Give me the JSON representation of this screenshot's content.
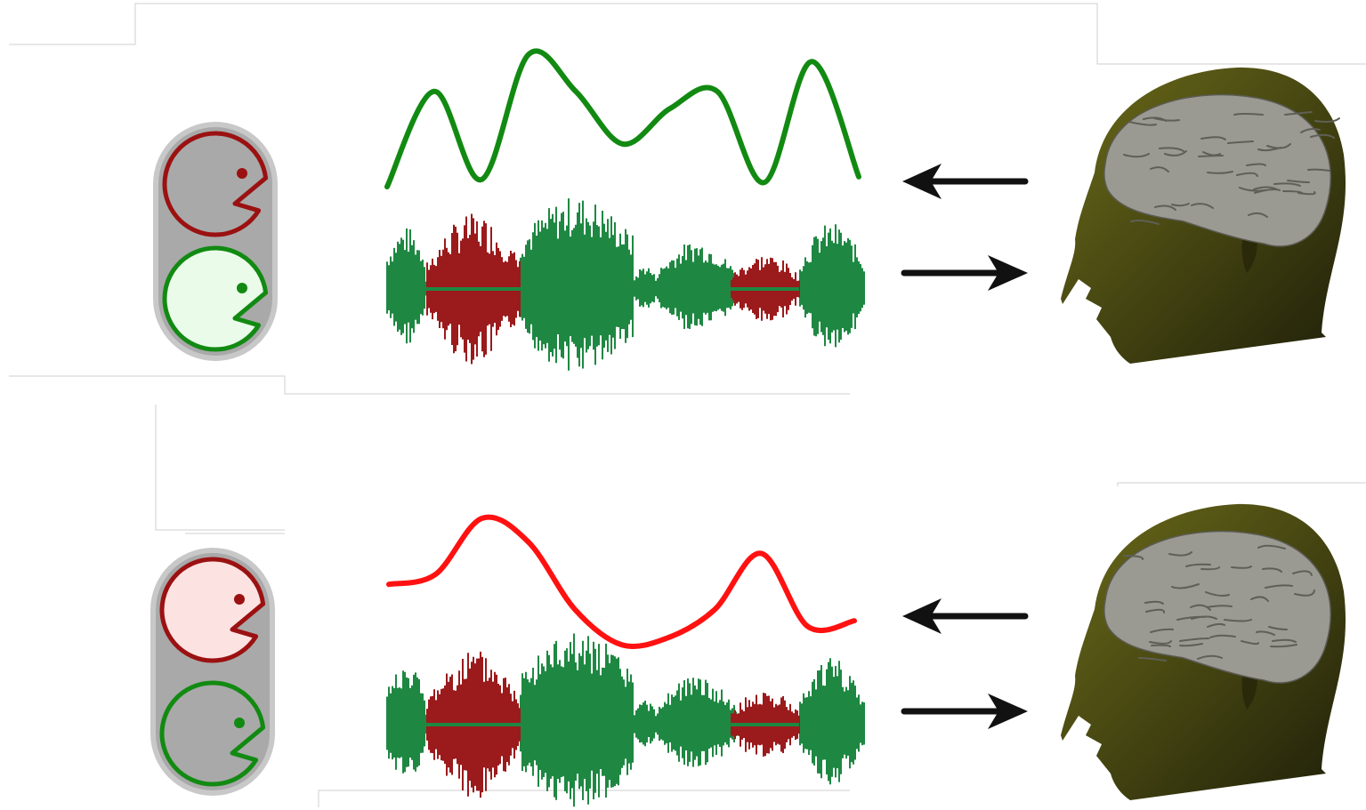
{
  "colors": {
    "green_line": "#128a12",
    "red_line": "#ff1111",
    "speech_green": "#1e8842",
    "speech_red": "#9b1a1c",
    "arrow": "#111111",
    "head": "#4a4a12",
    "brain": "#9a9a92",
    "indicator_body": "#a9a9a9",
    "indicator_rim": "#c8c8c8"
  },
  "panels": [
    {
      "id": "attend-green",
      "envelope_color": "green",
      "envelope": [
        0.05,
        0.72,
        0.1,
        0.98,
        0.72,
        0.35,
        0.6,
        0.72,
        0.08,
        0.93,
        0.12
      ],
      "indicator": {
        "top_state": "inactive",
        "bottom_state": "active"
      },
      "arrows": [
        "to-speech",
        "to-head"
      ]
    },
    {
      "id": "attend-red",
      "envelope_color": "red",
      "envelope": [
        0.48,
        0.55,
        0.95,
        0.78,
        0.3,
        0.05,
        0.1,
        0.3,
        0.7,
        0.18,
        0.22
      ],
      "indicator": {
        "top_state": "active",
        "bottom_state": "inactive"
      },
      "arrows": [
        "to-speech",
        "to-head"
      ]
    }
  ]
}
